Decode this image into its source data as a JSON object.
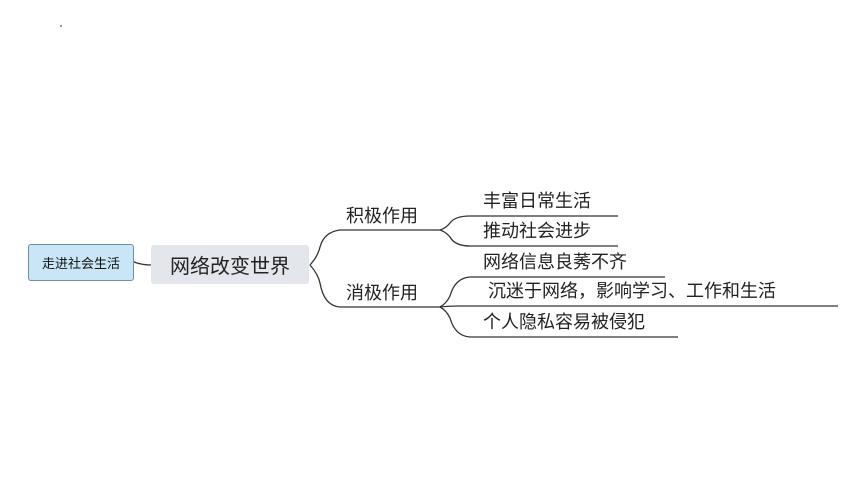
{
  "mindmap": {
    "root": {
      "label": "走进社会生活"
    },
    "main_topic": {
      "label": "网络改变世界"
    },
    "branches": [
      {
        "label": "积极作用",
        "leaves": [
          "丰富日常生活",
          "推动社会进步"
        ]
      },
      {
        "label": "消极作用",
        "leaves": [
          "网络信息良莠不齐",
          "沉迷于网络，影响学习、工作和生活",
          "个人隐私容易被侵犯"
        ]
      }
    ]
  },
  "colors": {
    "root_fill": "#c9e6f6",
    "root_border": "#6e8fa3",
    "main_fill": "#e3e6eb",
    "connector": "#333333"
  }
}
